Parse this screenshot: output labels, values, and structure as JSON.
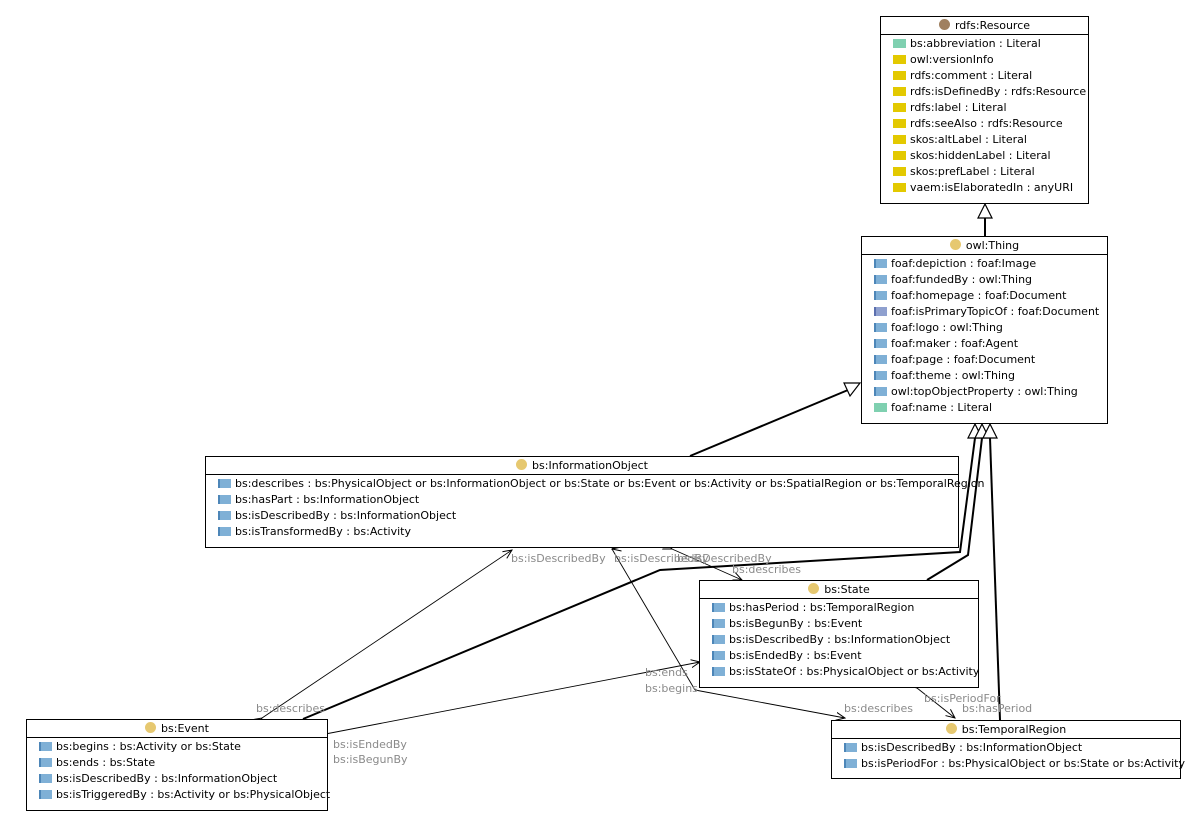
{
  "colors": {
    "resource_dot": "#a08060",
    "class_dot": "#e6c870",
    "literal_swatch": "#e3c900",
    "annotation_swatch": "#7fd0b0",
    "object_swatch": "#7fb0d6",
    "inverse_swatch": "#8fa0cf",
    "edge_label": "#8a8a8a"
  },
  "classes": {
    "resource": {
      "title": "rdfs:Resource",
      "attributes": [
        {
          "text": "bs:abbreviation : Literal",
          "swatch": "green"
        },
        {
          "text": "owl:versionInfo",
          "swatch": "yellow"
        },
        {
          "text": "rdfs:comment : Literal",
          "swatch": "yellow"
        },
        {
          "text": "rdfs:isDefinedBy : rdfs:Resource",
          "swatch": "yellow"
        },
        {
          "text": "rdfs:label : Literal",
          "swatch": "yellow"
        },
        {
          "text": "rdfs:seeAlso : rdfs:Resource",
          "swatch": "yellow"
        },
        {
          "text": "skos:altLabel : Literal",
          "swatch": "yellow"
        },
        {
          "text": "skos:hiddenLabel : Literal",
          "swatch": "yellow"
        },
        {
          "text": "skos:prefLabel : Literal",
          "swatch": "yellow"
        },
        {
          "text": "vaem:isElaboratedIn : anyURI",
          "swatch": "yellow"
        }
      ]
    },
    "thing": {
      "title": "owl:Thing",
      "attributes": [
        {
          "text": "foaf:depiction : foaf:Image",
          "swatch": "blue"
        },
        {
          "text": "foaf:fundedBy : owl:Thing",
          "swatch": "blue"
        },
        {
          "text": "foaf:homepage : foaf:Document",
          "swatch": "blue"
        },
        {
          "text": "foaf:isPrimaryTopicOf : foaf:Document",
          "swatch": "purple"
        },
        {
          "text": "foaf:logo : owl:Thing",
          "swatch": "blue"
        },
        {
          "text": "foaf:maker : foaf:Agent",
          "swatch": "blue"
        },
        {
          "text": "foaf:page : foaf:Document",
          "swatch": "blue"
        },
        {
          "text": "foaf:theme : owl:Thing",
          "swatch": "blue"
        },
        {
          "text": "owl:topObjectProperty : owl:Thing",
          "swatch": "blue"
        },
        {
          "text": "foaf:name : Literal",
          "swatch": "green"
        }
      ]
    },
    "information_object": {
      "title": "bs:InformationObject",
      "attributes": [
        {
          "text": "bs:describes : bs:PhysicalObject or bs:InformationObject or bs:State or bs:Event or bs:Activity or bs:SpatialRegion or bs:TemporalRegion",
          "swatch": "blue"
        },
        {
          "text": "bs:hasPart : bs:InformationObject",
          "swatch": "blue"
        },
        {
          "text": "bs:isDescribedBy : bs:InformationObject",
          "swatch": "blue"
        },
        {
          "text": "bs:isTransformedBy : bs:Activity",
          "swatch": "blue"
        }
      ]
    },
    "state": {
      "title": "bs:State",
      "attributes": [
        {
          "text": "bs:hasPeriod : bs:TemporalRegion",
          "swatch": "blue"
        },
        {
          "text": "bs:isBegunBy : bs:Event",
          "swatch": "blue"
        },
        {
          "text": "bs:isDescribedBy : bs:InformationObject",
          "swatch": "blue"
        },
        {
          "text": "bs:isEndedBy : bs:Event",
          "swatch": "blue"
        },
        {
          "text": "bs:isStateOf : bs:PhysicalObject or bs:Activity",
          "swatch": "blue"
        }
      ]
    },
    "event": {
      "title": "bs:Event",
      "attributes": [
        {
          "text": "bs:begins : bs:Activity or bs:State",
          "swatch": "blue"
        },
        {
          "text": "bs:ends : bs:State",
          "swatch": "blue"
        },
        {
          "text": "bs:isDescribedBy : bs:InformationObject",
          "swatch": "blue"
        },
        {
          "text": "bs:isTriggeredBy : bs:Activity or bs:PhysicalObject",
          "swatch": "blue"
        }
      ]
    },
    "temporal_region": {
      "title": "bs:TemporalRegion",
      "attributes": [
        {
          "text": "bs:isDescribedBy : bs:InformationObject",
          "swatch": "blue"
        },
        {
          "text": "bs:isPeriodFor : bs:PhysicalObject or bs:State or bs:Activity",
          "swatch": "blue"
        }
      ]
    }
  },
  "edge_labels": {
    "io_isdescribedby_event": "bs:isDescribedBy",
    "io_isdescribedby_tr": "bs:isDescribedBy",
    "io_isdescribedby_state": "bs:isDescribedBy",
    "state_describes": "bs:describes",
    "event_describes": "bs:describes",
    "event_ends": "bs:ends",
    "event_begins": "bs:begins",
    "state_isendedby": "bs:isEndedBy",
    "state_isbegunby": "bs:isBegunBy",
    "tr_describes": "bs:describes",
    "tr_isperiodfor": "bs:isPeriodFor",
    "state_hasperiod": "bs:hasPeriod"
  }
}
